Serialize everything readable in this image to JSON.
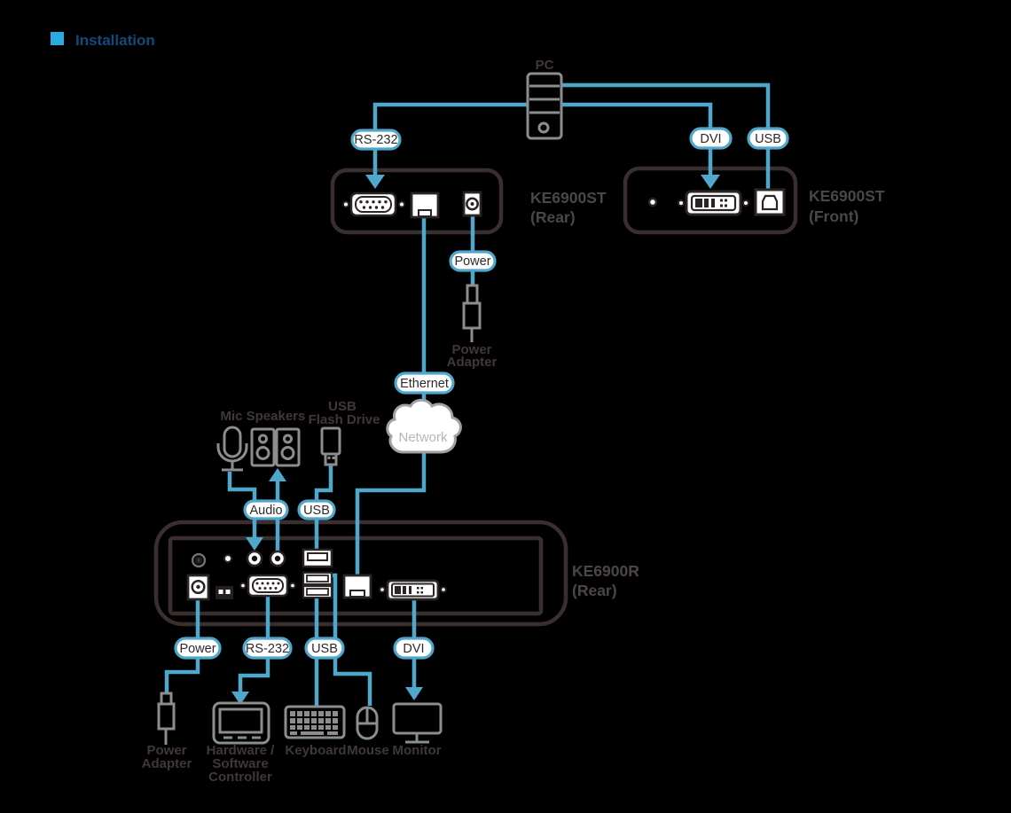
{
  "colors": {
    "background": "#000000",
    "accent_blue": "#4fa7cb",
    "header_accent": "#29abe2",
    "header_title": "#114a7c",
    "device_outline": "#3a2f2e",
    "icon_gray": "#8b8d8f",
    "label_dark": "#413835",
    "device_label_gray": "#4c4646",
    "network_text": "#b4b6b8"
  },
  "header": {
    "title": "Installation"
  },
  "pc": {
    "label": "PC"
  },
  "pills": {
    "rs232_top": "RS-232",
    "dvi_top": "DVI",
    "usb_top": "USB",
    "power_st": "Power",
    "ethernet": "Ethernet",
    "audio": "Audio",
    "usb_mid": "USB",
    "power_r": "Power",
    "rs232_r": "RS-232",
    "usb_r": "USB",
    "dvi_r": "DVI"
  },
  "devices": {
    "st_rear": {
      "model": "KE6900ST",
      "view": "(Rear)"
    },
    "st_front": {
      "model": "KE6900ST",
      "view": "(Front)"
    },
    "r_rear": {
      "model": "KE6900R",
      "view": "(Rear)"
    }
  },
  "network": {
    "label": "Network"
  },
  "peripherals": {
    "mic": "Mic",
    "speakers": "Speakers",
    "usb_flash": {
      "line1": "USB",
      "line2": "Flash Drive"
    },
    "power_adapter_st": {
      "line1": "Power",
      "line2": "Adapter"
    },
    "power_adapter_r": {
      "line1": "Power",
      "line2": "Adapter"
    },
    "controller": {
      "line1": "Hardware /",
      "line2": "Software",
      "line3": "Controller"
    },
    "keyboard": "Keyboard",
    "mouse": "Mouse",
    "monitor": "Monitor"
  }
}
